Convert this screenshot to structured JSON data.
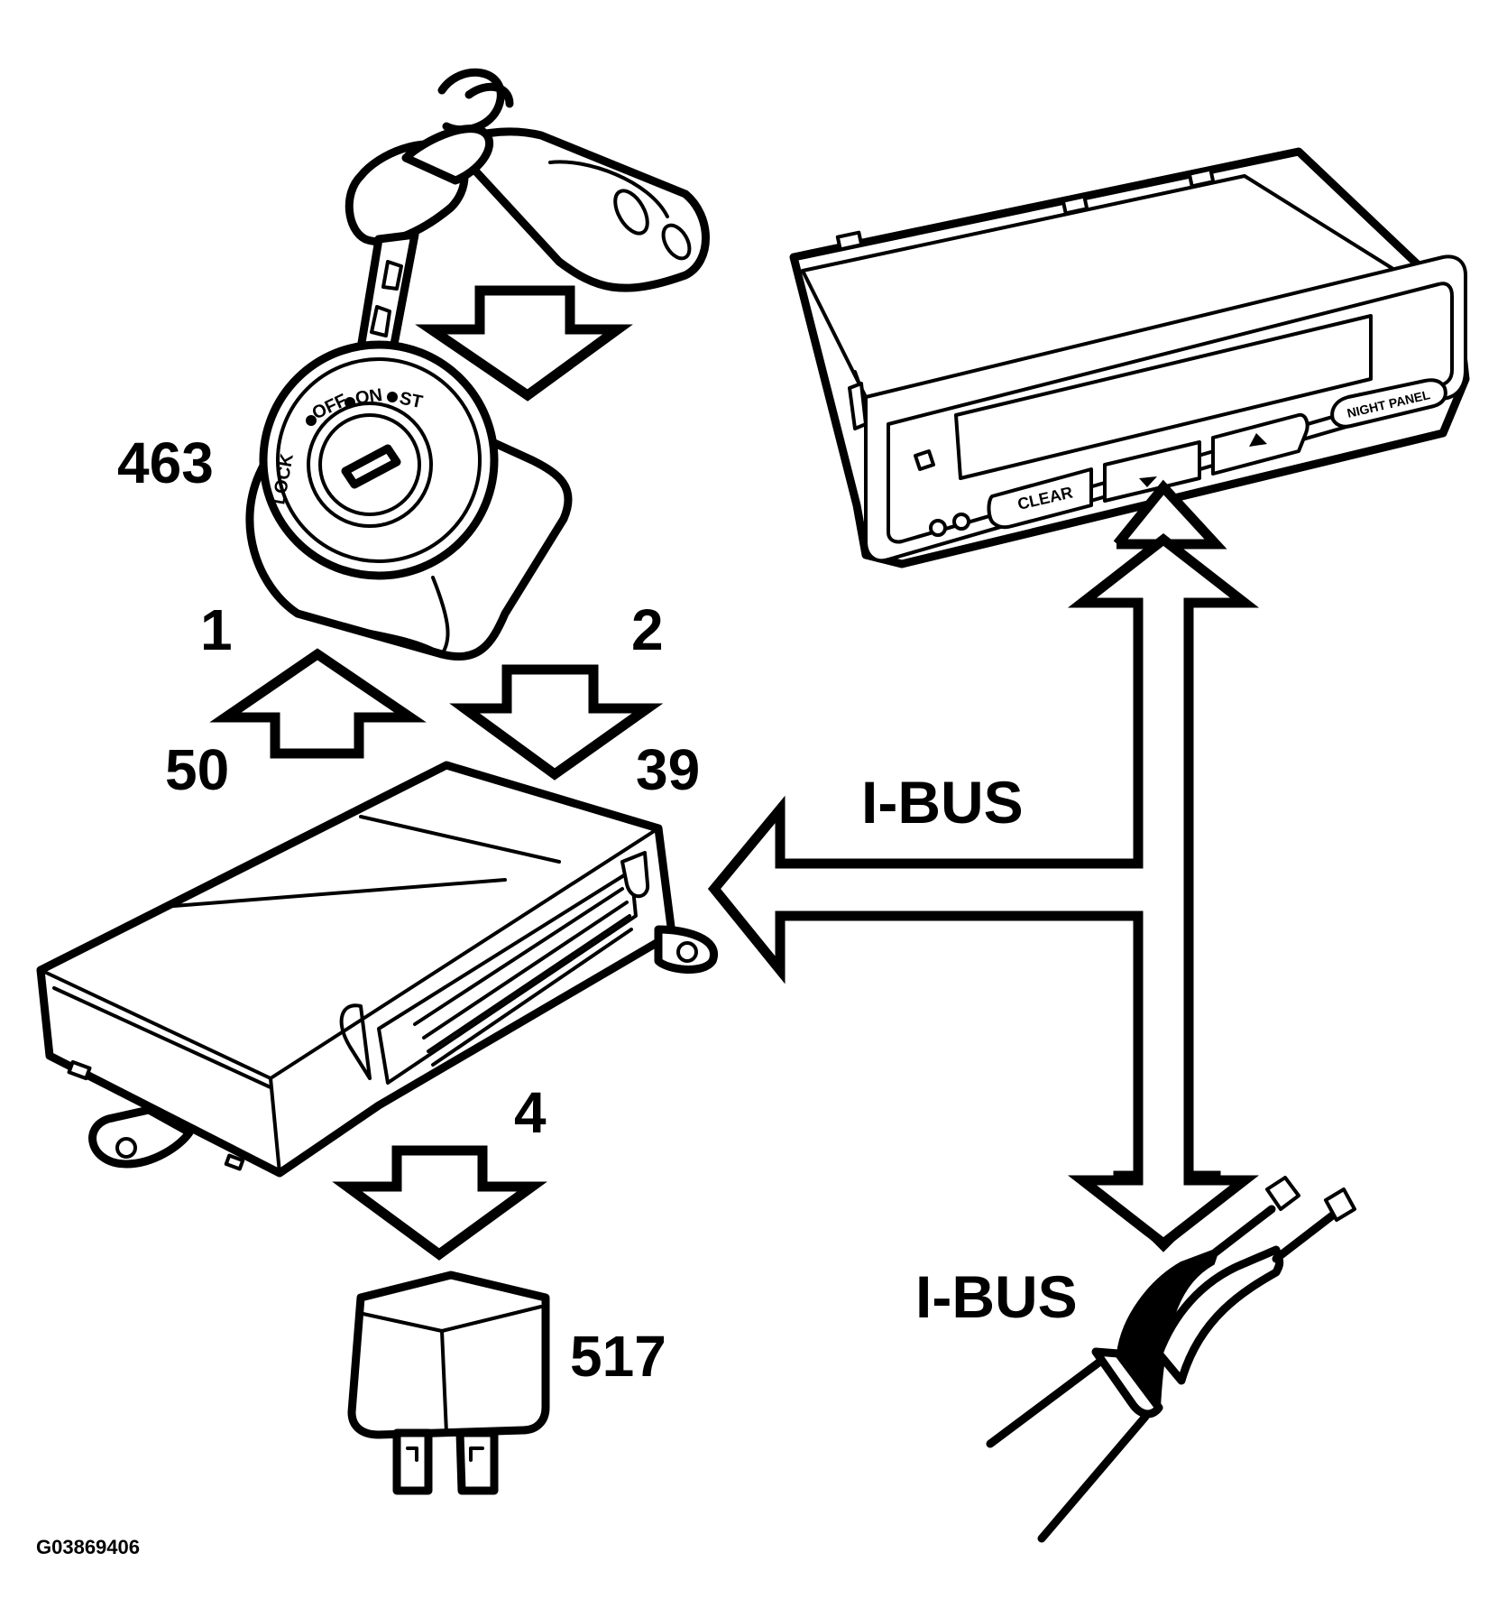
{
  "labels": {
    "ignition_switch": "463",
    "control_module": "4",
    "relay": "517",
    "signal_1": "1",
    "signal_2": "2",
    "terminal_50": "50",
    "terminal_39": "39",
    "bus_upper": "I-BUS",
    "bus_lower": "I-BUS"
  },
  "ignition_positions": {
    "lock": "LOCK",
    "off": "OFF",
    "on": "ON",
    "start": "ST"
  },
  "display_panel": {
    "clear_button": "CLEAR",
    "night_panel_button": "NIGHT PANEL"
  },
  "figure_code": "G03869406"
}
